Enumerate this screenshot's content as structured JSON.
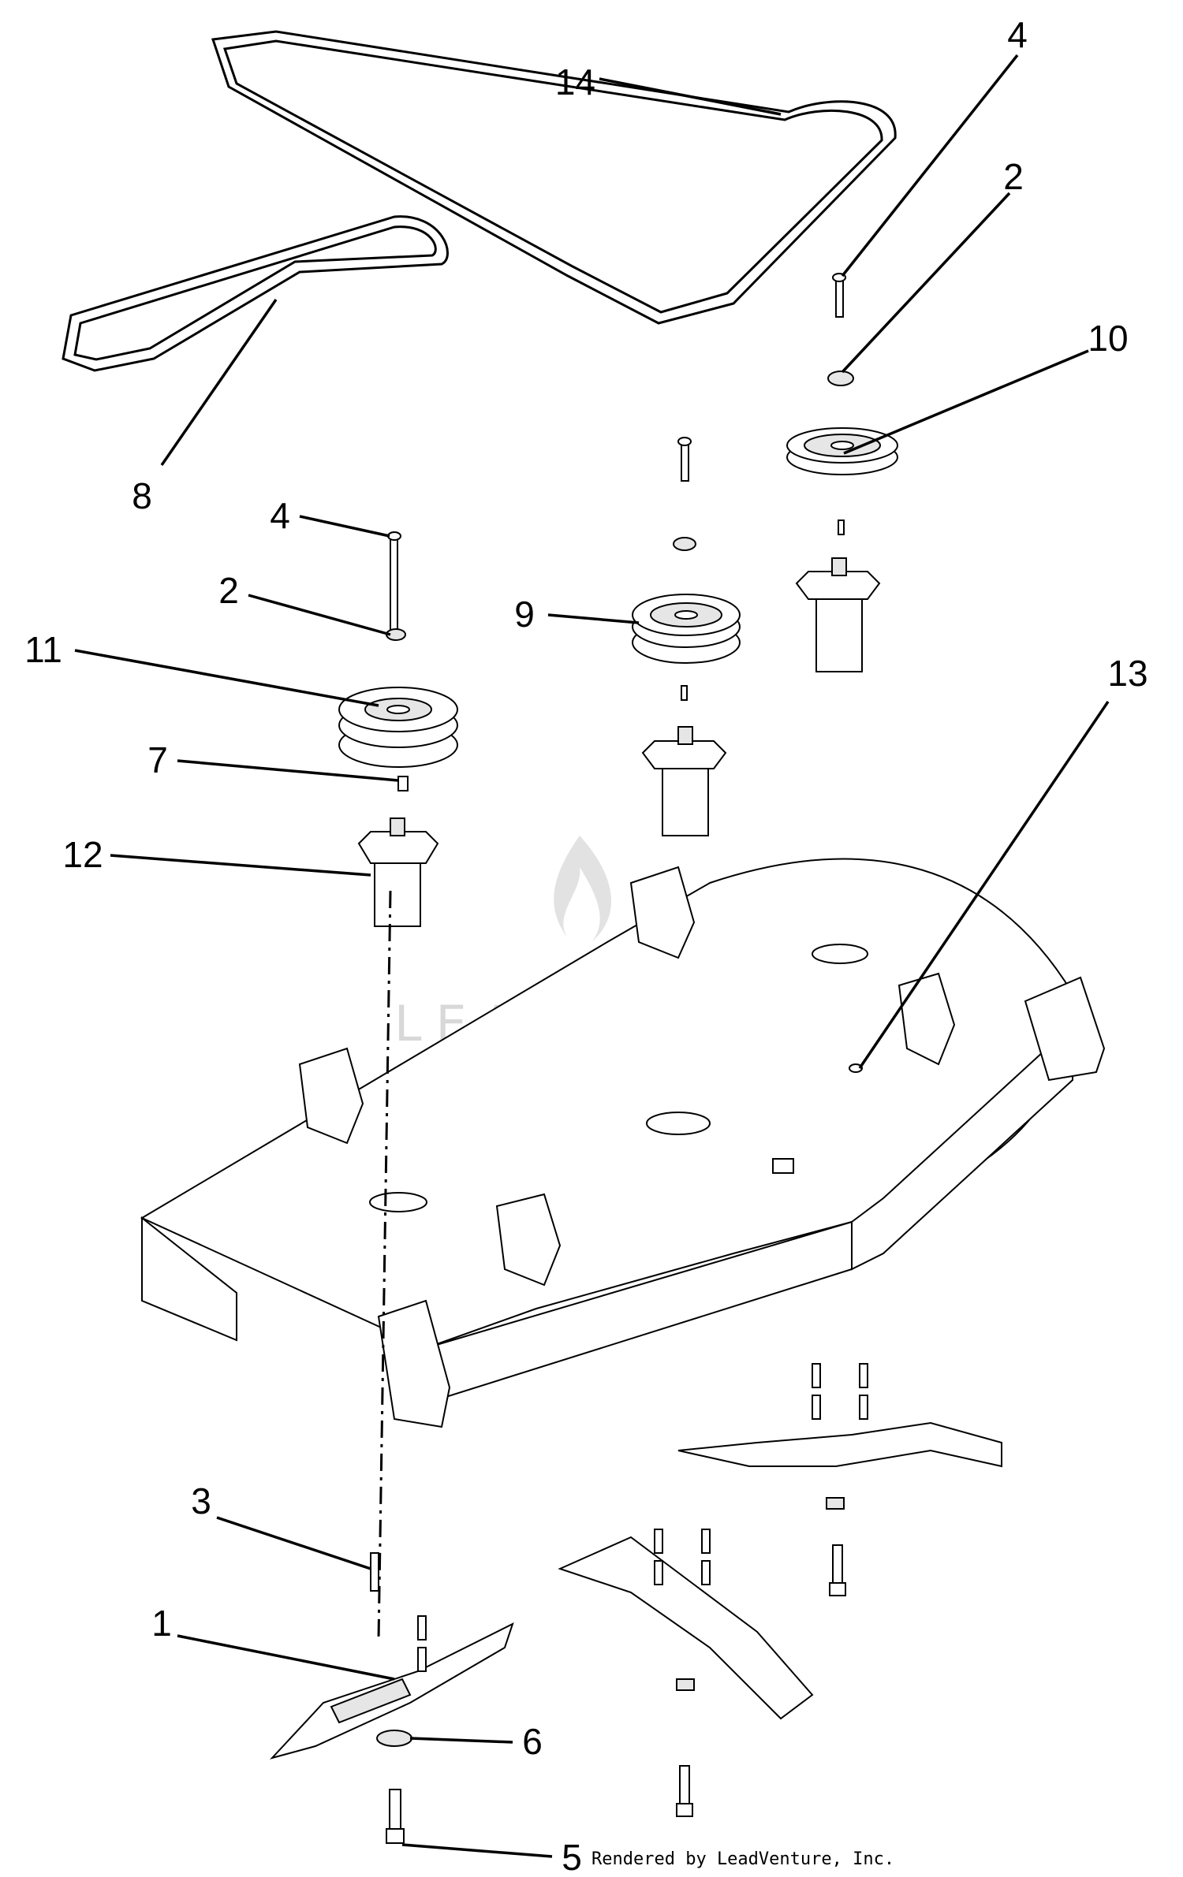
{
  "callouts": [
    {
      "id": "c14",
      "label": "14"
    },
    {
      "id": "c4a",
      "label": "4"
    },
    {
      "id": "c2a",
      "label": "2"
    },
    {
      "id": "c10",
      "label": "10"
    },
    {
      "id": "c8",
      "label": "8"
    },
    {
      "id": "c4b",
      "label": "4"
    },
    {
      "id": "c2b",
      "label": "2"
    },
    {
      "id": "c9",
      "label": "9"
    },
    {
      "id": "c11",
      "label": "11"
    },
    {
      "id": "c7",
      "label": "7"
    },
    {
      "id": "c12",
      "label": "12"
    },
    {
      "id": "c13",
      "label": "13"
    },
    {
      "id": "c3",
      "label": "3"
    },
    {
      "id": "c1",
      "label": "1"
    },
    {
      "id": "c6",
      "label": "6"
    },
    {
      "id": "c5",
      "label": "5"
    }
  ],
  "footer": {
    "rendered_by": "Rendered by LeadVenture, Inc."
  },
  "watermark": {
    "brand": "LEADVENTURE"
  }
}
